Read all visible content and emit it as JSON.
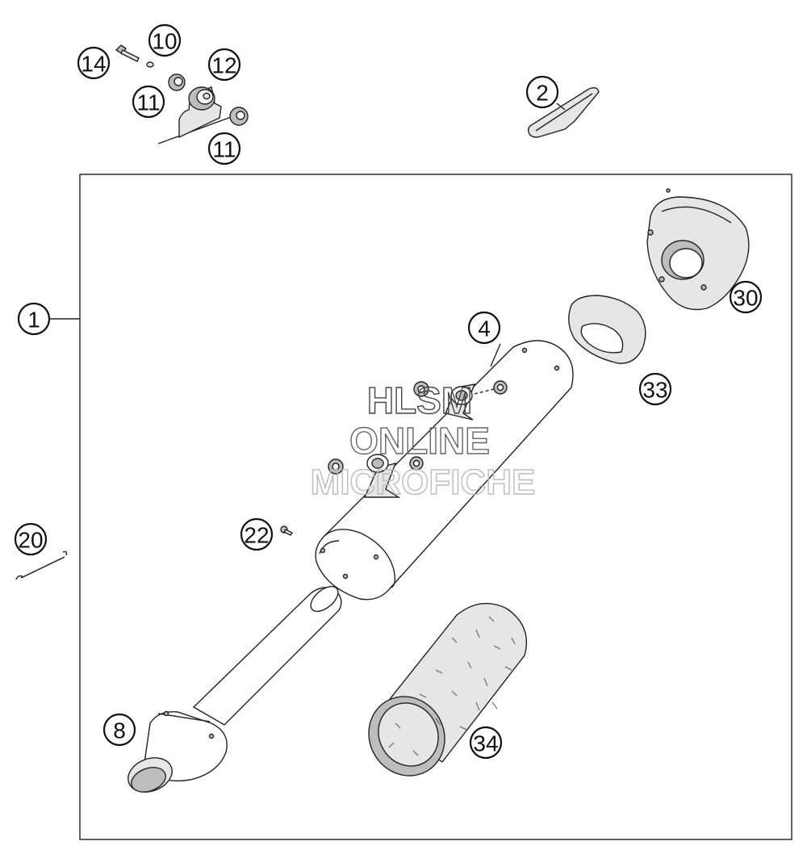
{
  "callouts": [
    {
      "id": "c1",
      "label": "1"
    },
    {
      "id": "c2",
      "label": "2"
    },
    {
      "id": "c4",
      "label": "4"
    },
    {
      "id": "c8",
      "label": "8"
    },
    {
      "id": "c10",
      "label": "10"
    },
    {
      "id": "c11a",
      "label": "11"
    },
    {
      "id": "c11b",
      "label": "11"
    },
    {
      "id": "c12",
      "label": "12"
    },
    {
      "id": "c14",
      "label": "14"
    },
    {
      "id": "c20",
      "label": "20"
    },
    {
      "id": "c22",
      "label": "22"
    },
    {
      "id": "c30",
      "label": "30"
    },
    {
      "id": "c33",
      "label": "33"
    },
    {
      "id": "c34",
      "label": "34"
    }
  ],
  "watermark": {
    "line1": "HLSM",
    "line2": "ONLINE",
    "line3": "MICROFICHE"
  }
}
